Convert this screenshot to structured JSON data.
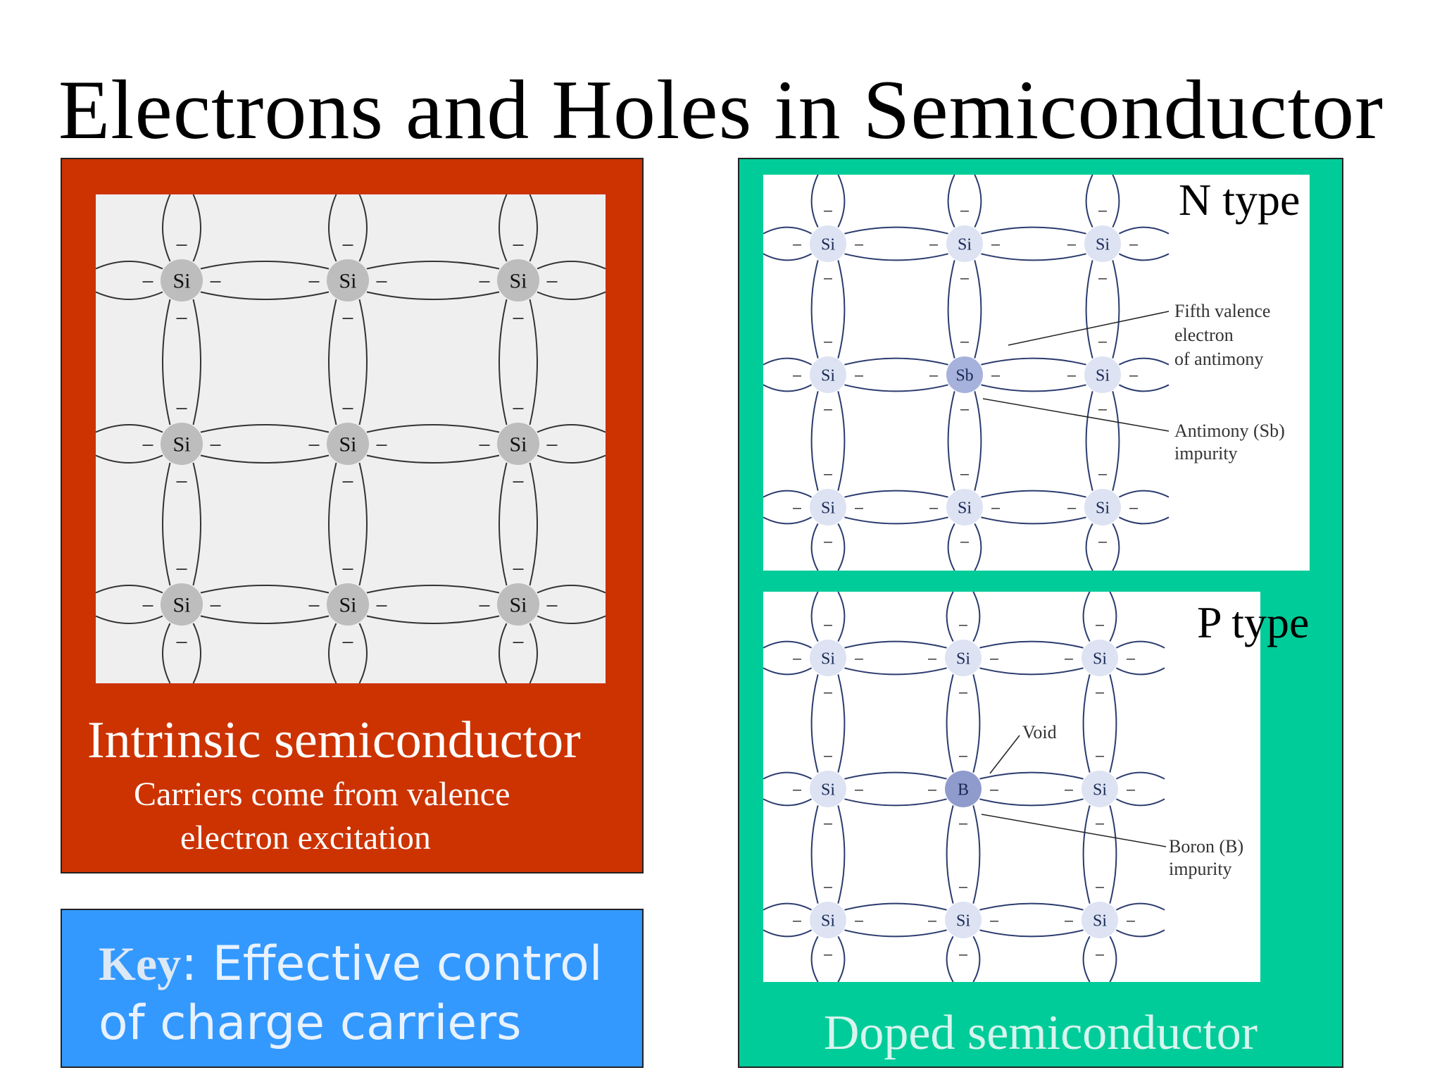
{
  "slide": {
    "title": "Electrons and Holes in Semiconductor"
  },
  "intrinsic": {
    "heading": "Intrinsic semiconductor",
    "caption_line1": "Carriers come from valence",
    "caption_line2": "electron excitation",
    "atom_label": "Si",
    "dash": "–"
  },
  "key": {
    "word": "Key",
    "colon": ":",
    "text_line1": " Effective control",
    "text_line2": "of charge carriers"
  },
  "doped": {
    "caption": "Doped semiconductor",
    "n_type": {
      "label": "N type",
      "atom_label": "Si",
      "impurity_label": "Sb",
      "annotation_fifth": [
        "Fifth valence",
        "electron",
        "of antimony"
      ],
      "annotation_impurity": [
        "Antimony (Sb)",
        "impurity"
      ]
    },
    "p_type": {
      "label": "P type",
      "atom_label": "Si",
      "impurity_label": "B",
      "annotation_void": "Void",
      "annotation_impurity": [
        "Boron (B)",
        "impurity"
      ]
    }
  },
  "colors": {
    "intrinsic_panel": "#cc3300",
    "key_panel": "#3399ff",
    "doped_panel": "#00cc99"
  }
}
